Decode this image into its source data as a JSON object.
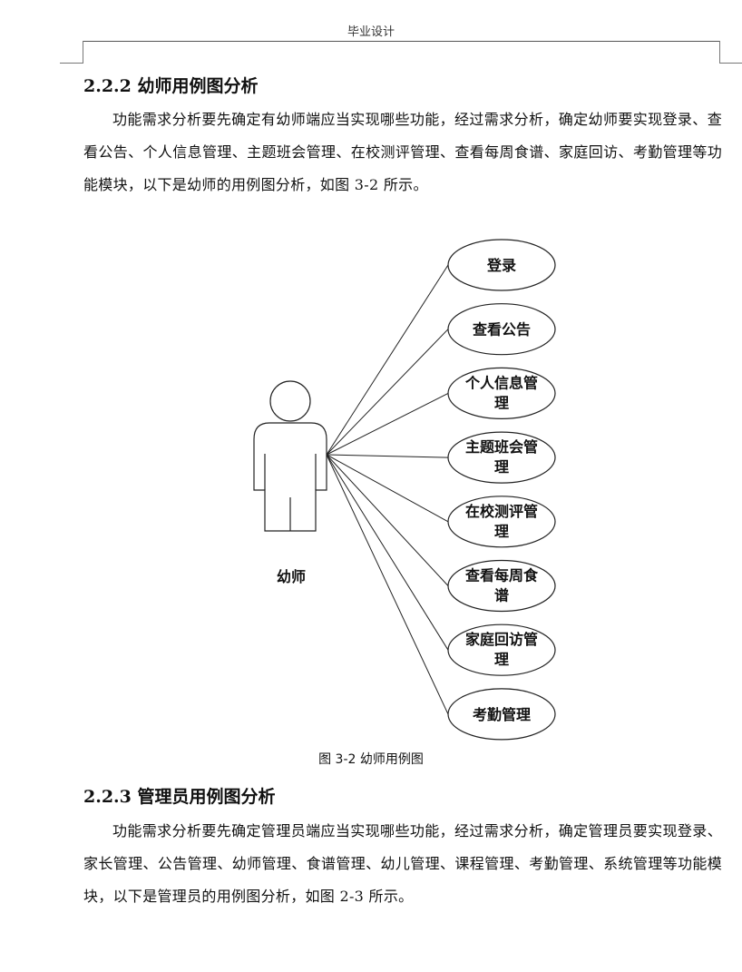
{
  "header": {
    "title": "毕业设计"
  },
  "section1": {
    "heading": "2.2.2 幼师用例图分析",
    "paragraph": "功能需求分析要先确定有幼师端应当实现哪些功能，经过需求分析，确定幼师要实现登录、查看公告、个人信息管理、主题班会管理、在校测评管理、查看每周食谱、家庭回访、考勤管理等功能模块，以下是幼师的用例图分析，如图 3-2 所示。"
  },
  "diagram": {
    "actor": "幼师",
    "use_cases": [
      [
        "登录"
      ],
      [
        "查看公告"
      ],
      [
        "个人信息管",
        "理"
      ],
      [
        "主题班会管",
        "理"
      ],
      [
        "在校测评管",
        "理"
      ],
      [
        "查看每周食",
        "谱"
      ],
      [
        "家庭回访管",
        "理"
      ],
      [
        "考勤管理"
      ]
    ],
    "caption": "图 3-2 幼师用例图"
  },
  "section2": {
    "heading": "2.2.3 管理员用例图分析",
    "paragraph": "功能需求分析要先确定管理员端应当实现哪些功能，经过需求分析，确定管理员要实现登录、家长管理、公告管理、幼师管理、食谱管理、幼儿管理、课程管理、考勤管理、系统管理等功能模块，以下是管理员的用例图分析，如图 2-3 所示。"
  }
}
